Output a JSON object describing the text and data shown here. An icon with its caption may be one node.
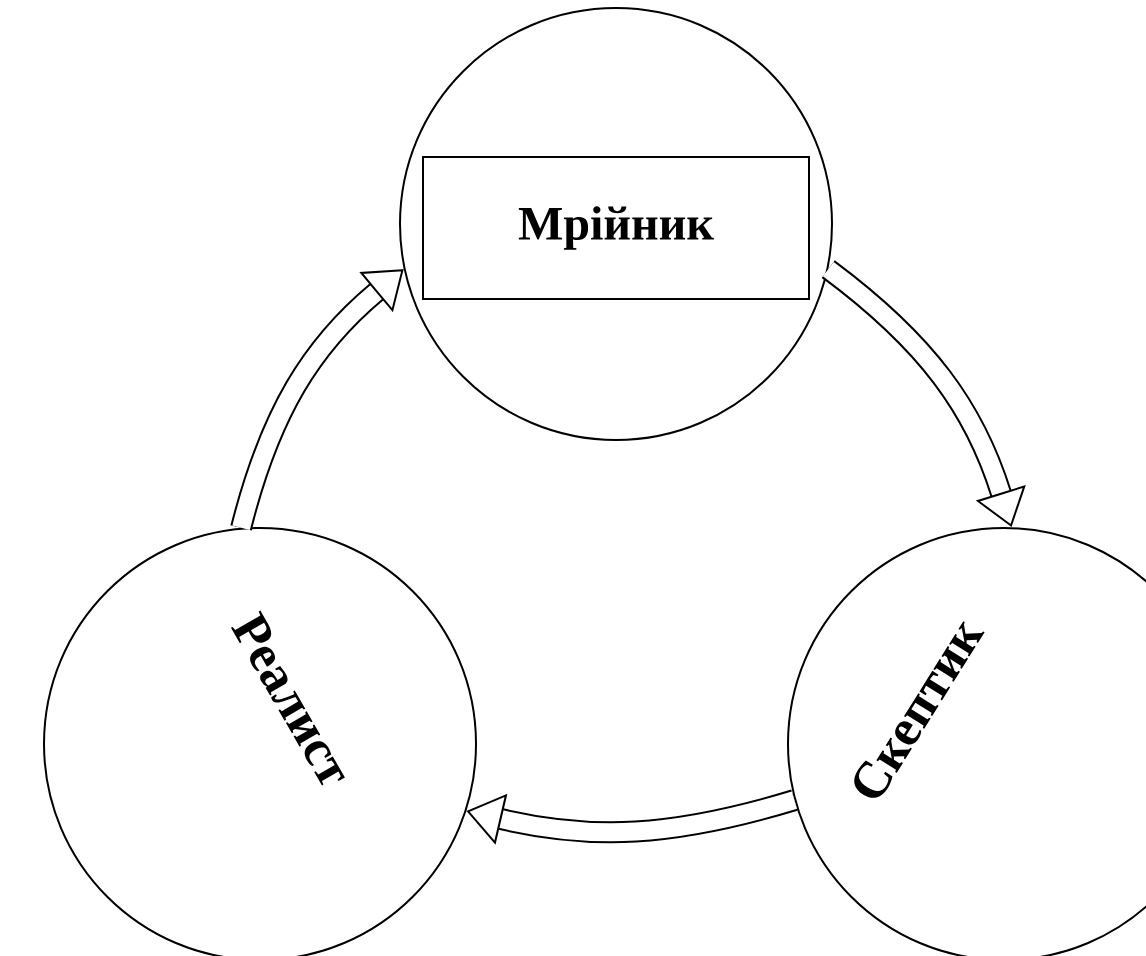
{
  "diagram": {
    "nodes": [
      {
        "text": [],
        "shape": "circle"
      },
      {
        "text": [
          "Мрійник"
        ],
        "in": 0
      },
      {
        "text": [
          "Реалист"
        ]
      },
      {
        "text": [
          "Скептик"
        ]
      }
    ],
    "edges": [
      {
        "from": 0,
        "to": 3,
        "arrow": "to"
      },
      {
        "from": 3,
        "to": 2,
        "arrow": "to"
      },
      {
        "from": 2,
        "to": 0,
        "arrow": "to"
      }
    ]
  }
}
